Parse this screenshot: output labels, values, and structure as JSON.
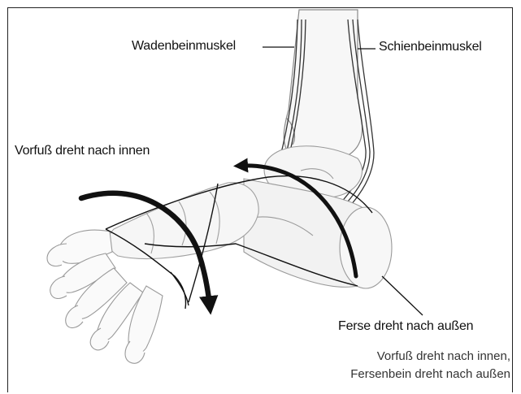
{
  "labels": {
    "calf_muscle": "Wadenbeinmuskel",
    "shin_muscle": "Schienbeinmuskel",
    "forefoot": "Vorfuß dreht nach innen",
    "heel": "Ferse dreht nach außen"
  },
  "caption": {
    "line1": "Vorfuß dreht nach innen,",
    "line2": "Fersenbein dreht nach außen"
  },
  "colors": {
    "ink": "#111111",
    "bone_outline": "#9a9a9a",
    "bone_fill": "#f4f4f4"
  }
}
